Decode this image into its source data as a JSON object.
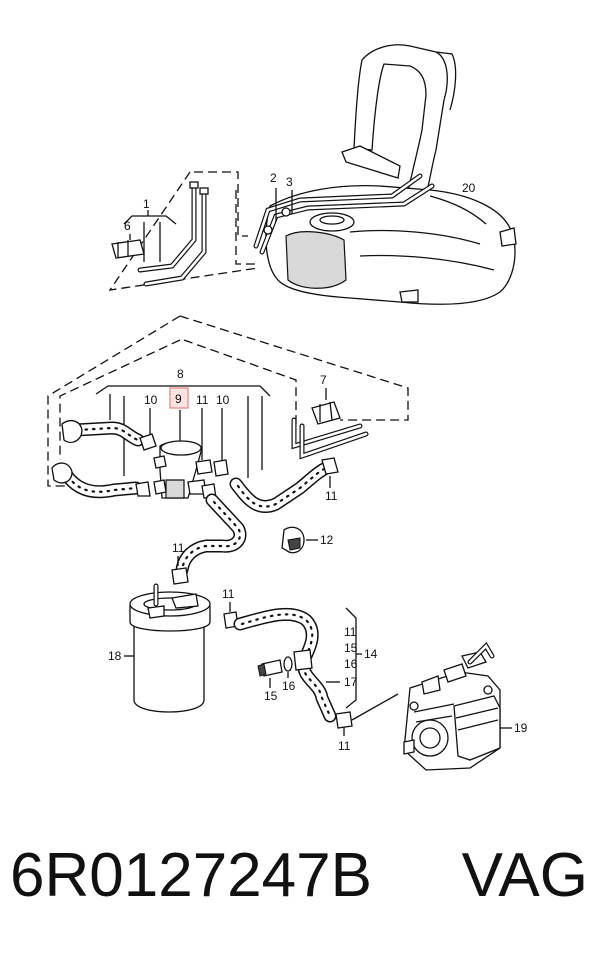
{
  "callouts": {
    "c1": "1",
    "c2": "2",
    "c3": "3",
    "c6": "6",
    "c7": "7",
    "c8": "8",
    "c9": "9",
    "c10a": "10",
    "c11a": "11",
    "c10b": "10",
    "c11b": "11",
    "c12": "12",
    "c11c": "11",
    "c11d": "11",
    "c18": "18",
    "c11e": "11",
    "c15a": "15",
    "c16a": "16",
    "c14": "14",
    "c17": "17",
    "c16b": "16",
    "c15b": "15",
    "c11f": "11",
    "c19": "19",
    "c20": "20"
  },
  "footer": {
    "part_number": "6R0127247B",
    "brand": "VAG"
  },
  "colors": {
    "line": "#111111",
    "highlight_fill": "#fde2e2",
    "highlight_border": "#e08585"
  }
}
